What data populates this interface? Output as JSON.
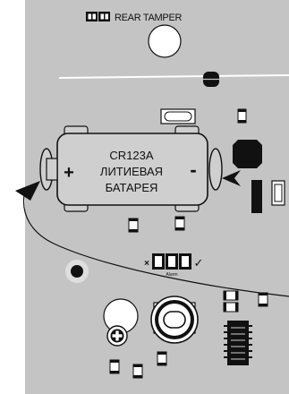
{
  "tamper": {
    "label": "REAR TAMPER"
  },
  "battery": {
    "plus": "+",
    "minus": "-",
    "line1": "CR123A",
    "line2": "ЛИТИЕВАЯ",
    "line3": "БАТАРЕЯ"
  },
  "leds": {
    "cross": "×",
    "check": "✓",
    "label": "Alarm"
  },
  "colors": {
    "board": "#c4c4c4",
    "stroke": "#111111",
    "battery_fill": "#cfcfcf",
    "component_fill": "#ffffff"
  }
}
